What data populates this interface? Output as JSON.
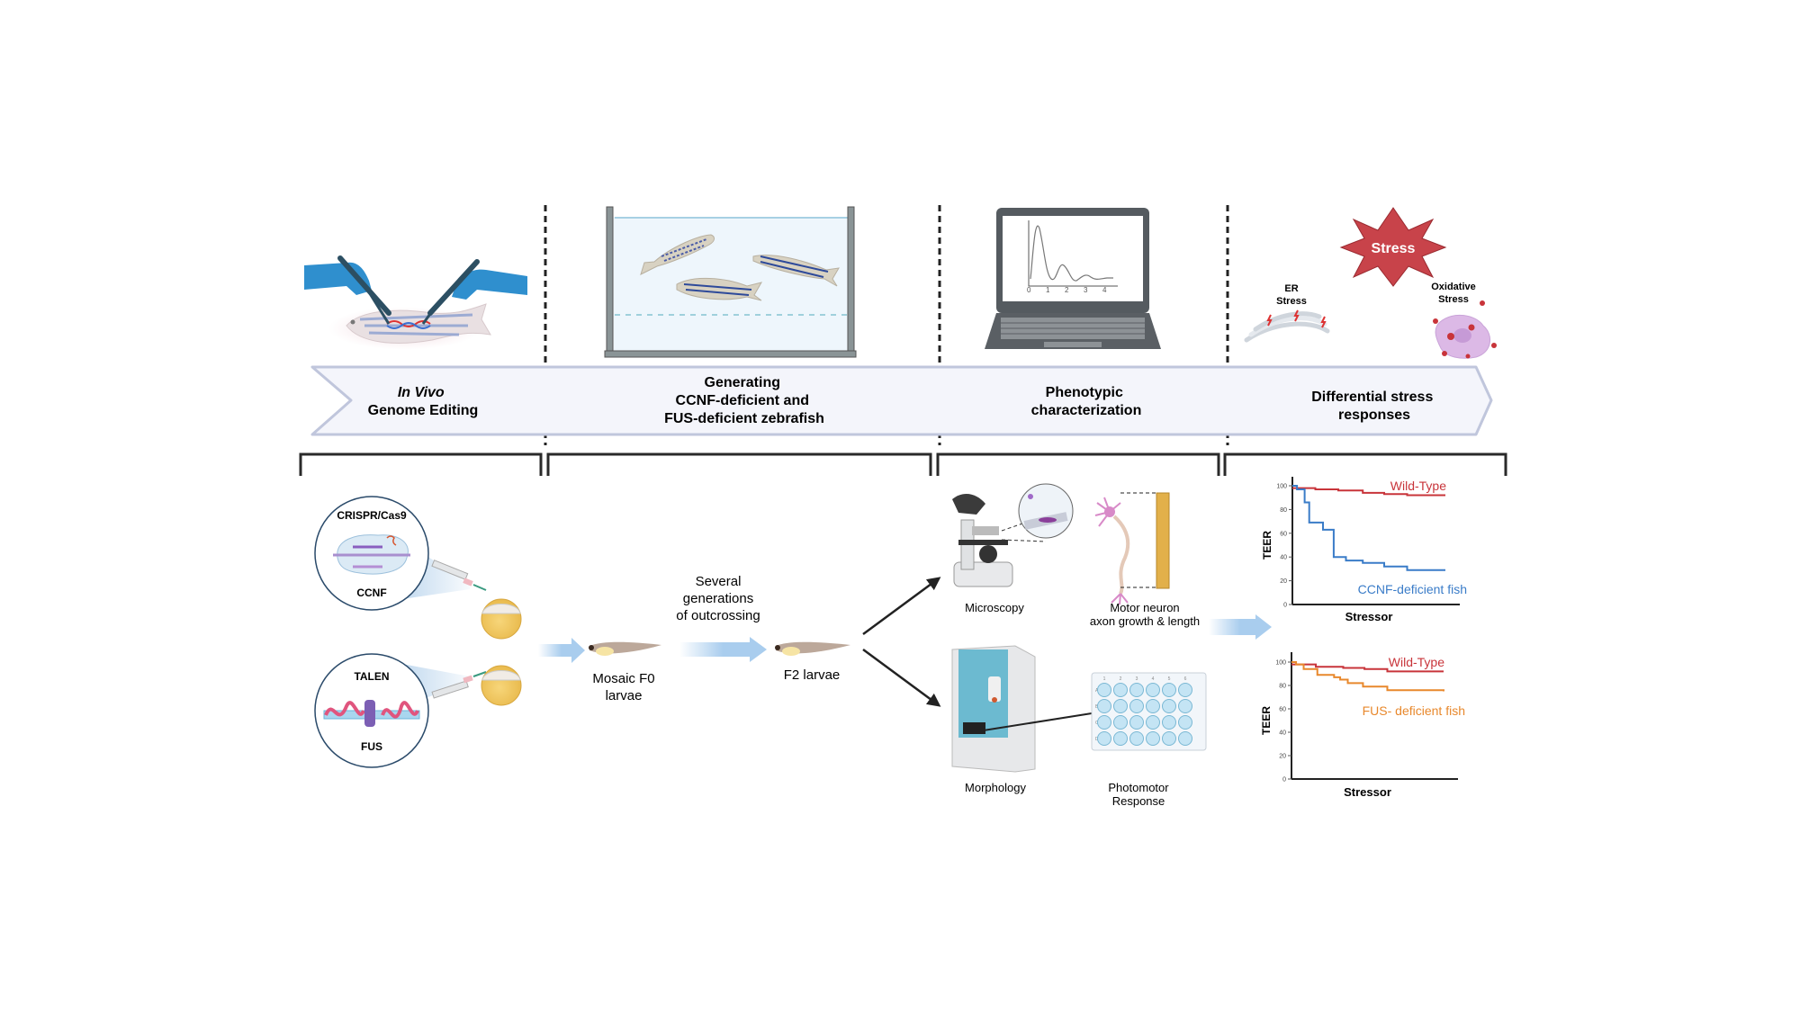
{
  "stages": [
    {
      "title_italic": "In Vivo",
      "title_lines": [
        "Genome Editing"
      ],
      "icon": "hands-editing-fish-icon"
    },
    {
      "title_lines": [
        "Generating",
        "CCNF-deficient and",
        "FUS-deficient zebrafish"
      ],
      "icon": "fish-tank-icon"
    },
    {
      "title_lines": [
        "Phenotypic",
        "characterization"
      ],
      "icon": "laptop-graph-icon"
    },
    {
      "title_lines": [
        "Differential stress",
        "responses"
      ],
      "icon": "stress-burst-icon"
    }
  ],
  "stress": {
    "burst_label": "Stress",
    "er_label": [
      "ER",
      "Stress"
    ],
    "oxidative_label": [
      "Oxidative",
      "Stress"
    ]
  },
  "laptop_graph": {
    "ticks": [
      "0",
      "1",
      "2",
      "3",
      "4"
    ]
  },
  "editing": {
    "crispr": {
      "method": "CRISPR/Cas9",
      "gene": "CCNF"
    },
    "talen": {
      "method": "TALEN",
      "gene": "FUS"
    }
  },
  "larvae": {
    "f0_label": [
      "Mosaic F0",
      "larvae"
    ],
    "outcross_label": [
      "Several",
      "generations",
      "of outcrossing"
    ],
    "f2_label": "F2 larvae"
  },
  "phenotyping": {
    "microscopy": "Microscopy",
    "motor_neuron": [
      "Motor neuron",
      "axon growth & length"
    ],
    "morphology": "Morphology",
    "photomotor": [
      "Photomotor",
      "Response"
    ],
    "plate_cols": [
      "1",
      "2",
      "3",
      "4",
      "5",
      "6"
    ],
    "plate_rows": [
      "A",
      "B",
      "C",
      "D"
    ]
  },
  "chart_data": [
    {
      "type": "line",
      "title": "",
      "xlabel": "Stressor",
      "ylabel": "TEER",
      "ylim": [
        0,
        100
      ],
      "yticks": [
        "0",
        "20",
        "40",
        "60",
        "80",
        "100"
      ],
      "xlim": [
        0,
        10
      ],
      "step": true,
      "series": [
        {
          "name": "Wild-Type",
          "color": "#c8343a",
          "x": [
            0,
            1.5,
            3,
            4.6,
            6.0,
            7.5,
            10
          ],
          "y": [
            98,
            97,
            96,
            94,
            93,
            92,
            92
          ]
        },
        {
          "name": "CCNF-deficient fish",
          "color": "#3a7cc8",
          "x": [
            0,
            0.3,
            0.8,
            1.1,
            2.0,
            2.7,
            3.5,
            4.6,
            6.0,
            7.5,
            10
          ],
          "y": [
            100,
            97,
            86,
            69,
            63,
            40,
            37,
            35,
            32,
            29,
            29
          ]
        }
      ]
    },
    {
      "type": "line",
      "title": "",
      "xlabel": "Stressor",
      "ylabel": "TEER",
      "ylim": [
        0,
        100
      ],
      "yticks": [
        "0",
        "20",
        "40",
        "60",
        "80",
        "100"
      ],
      "xlim": [
        0,
        10
      ],
      "step": true,
      "series": [
        {
          "name": "Wild-Type",
          "color": "#c8343a",
          "x": [
            0,
            1.6,
            3.4,
            4.8,
            6.3,
            10
          ],
          "y": [
            98,
            96,
            95,
            94,
            92,
            92
          ]
        },
        {
          "name": "FUS- deficient fish",
          "color": "#e8882c",
          "x": [
            0,
            0.3,
            0.8,
            1.7,
            2.8,
            3.2,
            3.7,
            4.7,
            6.3,
            10
          ],
          "y": [
            100,
            98,
            94,
            89,
            87,
            85,
            82,
            79,
            76,
            75
          ]
        }
      ]
    }
  ]
}
